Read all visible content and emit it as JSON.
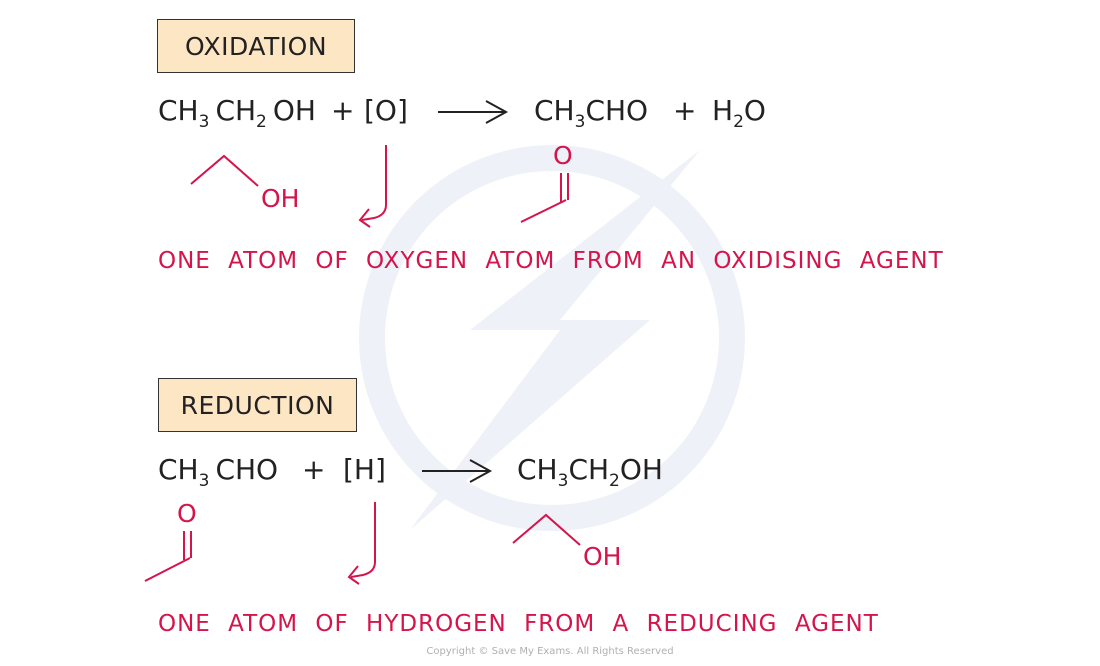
{
  "oxidation": {
    "label": "OXIDATION",
    "equation": {
      "r1": [
        "CH",
        "3",
        "CH",
        "2",
        "OH"
      ],
      "plus1": "+",
      "r2": "[O]",
      "p1": [
        "CH",
        "3",
        "CHO"
      ],
      "plus2": "+",
      "p2": [
        "H",
        "2",
        "O"
      ]
    },
    "ethanol_oh": "OH",
    "ethanal_o": "O",
    "note": "ONE ATOM OF OXYGEN ATOM FROM AN OXIDISING AGENT"
  },
  "reduction": {
    "label": "REDUCTION",
    "equation": {
      "r1": [
        "CH",
        "3",
        "CHO"
      ],
      "plus1": "+",
      "r2": "[H]",
      "p1": [
        "CH",
        "3",
        "CH",
        "2",
        "OH"
      ]
    },
    "ethanal_o": "O",
    "ethanol_oh": "OH",
    "note": "ONE ATOM OF HYDROGEN FROM A REDUCING AGENT"
  },
  "footer": {
    "copyright": "Copyright © Save My Exams. All Rights Reserved"
  },
  "colors": {
    "accent": "#d4144a",
    "label_bg": "#fde6c4",
    "text": "#222222"
  }
}
